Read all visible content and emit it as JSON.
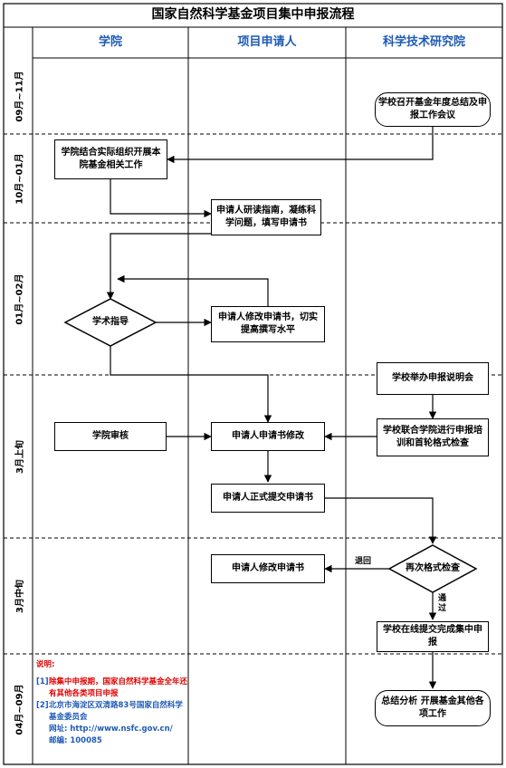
{
  "title": "国家自然科学基金项目集中申报流程",
  "columns": [
    "学院",
    "项目申请人",
    "科学技术研究院"
  ],
  "phases": [
    "09月~11月",
    "10月~01月",
    "01月~02月",
    "3月上旬",
    "3月中旬",
    "04月~09月"
  ],
  "nodes": {
    "school_meeting": "学校召开基金年度总结及申报工作会议",
    "college_organize": "学院结合实际组织开展本院基金相关工作",
    "applicant_study": "申请人研读指南，凝练科学问题，填写申请书",
    "academic_guidance": "学术指导",
    "applicant_revise_1": "申请人修改申请书，切实提高撰写水平",
    "school_briefing": "学校举办申报说明会",
    "college_review": "学院审核",
    "applicant_modify": "申请人申请书修改",
    "joint_training": "学校联合学院进行申报培训和首轮格式检查",
    "applicant_submit": "申请人正式提交申请书",
    "recheck": "再次格式检查",
    "applicant_revise_2": "申请人修改申请书",
    "online_submit": "学校在线提交完成集中申报",
    "summary": "总结分析 开展基金其他各项工作"
  },
  "edge_labels": {
    "return": "退回",
    "pass": "通过"
  },
  "notes": {
    "heading": "说明:",
    "item1_prefix": "[1]",
    "item1": "除集中申报期，国家自然科学基金全年还有其他各类项目申报",
    "item2_prefix": "[2]",
    "item2": "北京市海淀区双清路83号国家自然科学基金委员会",
    "website": "网址:  http://www.nsfc.gov.cn/",
    "postcode": "邮编:  100085"
  }
}
